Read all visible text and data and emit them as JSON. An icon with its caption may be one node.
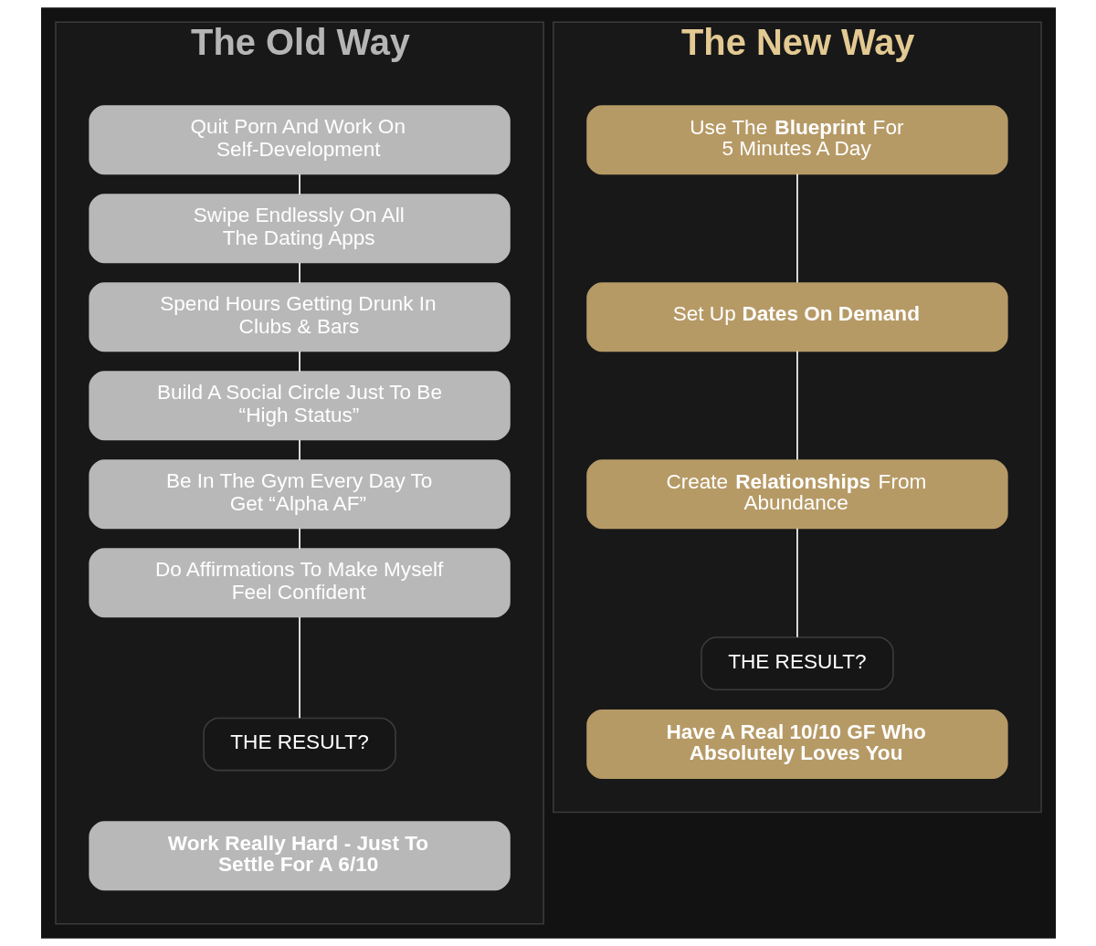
{
  "diagram": {
    "nodes": [
      {
        "text": [
          "The Old Way"
        ]
      },
      {
        "text": [
          "Quit Porn And Work On Self-Development"
        ],
        "in": 0
      },
      {
        "text": [
          "Swipe Endlessly On All The Dating Apps"
        ],
        "in": 0
      },
      {
        "text": [
          "Spend Hours Getting Drunk In Clubs & Bars"
        ],
        "in": 0
      },
      {
        "text": [
          "Build A Social Circle Just To Be “High Status”"
        ],
        "in": 0
      },
      {
        "text": [
          "Be In The Gym Every Day To Get “Alpha AF”"
        ],
        "in": 0
      },
      {
        "text": [
          "Do Affirmations To Make Myself Feel Confident"
        ],
        "in": 0
      },
      {
        "text": [
          "THE RESULT?"
        ],
        "in": 0
      },
      {
        "text": [
          "Work Really Hard - Just To Settle For A 6/10"
        ],
        "in": 0
      },
      {
        "text": [
          "The New Way"
        ]
      },
      {
        "text": [
          "Use The **Blueprint** For 5 Minutes A Day"
        ],
        "in": 9
      },
      {
        "text": [
          "Set Up **Dates On Demand**"
        ],
        "in": 9
      },
      {
        "text": [
          "Create **Relationships** From Abundance"
        ],
        "in": 9
      },
      {
        "text": [
          "THE RESULT?"
        ],
        "in": 9
      },
      {
        "text": [
          "Have A Real 10/10 GF Who Absolutely Loves You"
        ],
        "in": 9
      }
    ],
    "edges": [
      {
        "from": 1,
        "to": 2,
        "arrow": "none"
      },
      {
        "from": 2,
        "to": 3,
        "arrow": "none"
      },
      {
        "from": 3,
        "to": 4,
        "arrow": "none"
      },
      {
        "from": 4,
        "to": 5,
        "arrow": "none"
      },
      {
        "from": 5,
        "to": 6,
        "arrow": "none"
      },
      {
        "from": 6,
        "to": 7,
        "arrow": "none"
      },
      {
        "from": 10,
        "to": 11,
        "arrow": "none"
      },
      {
        "from": 11,
        "to": 12,
        "arrow": "none"
      },
      {
        "from": 12,
        "to": 13,
        "arrow": "none"
      }
    ]
  }
}
